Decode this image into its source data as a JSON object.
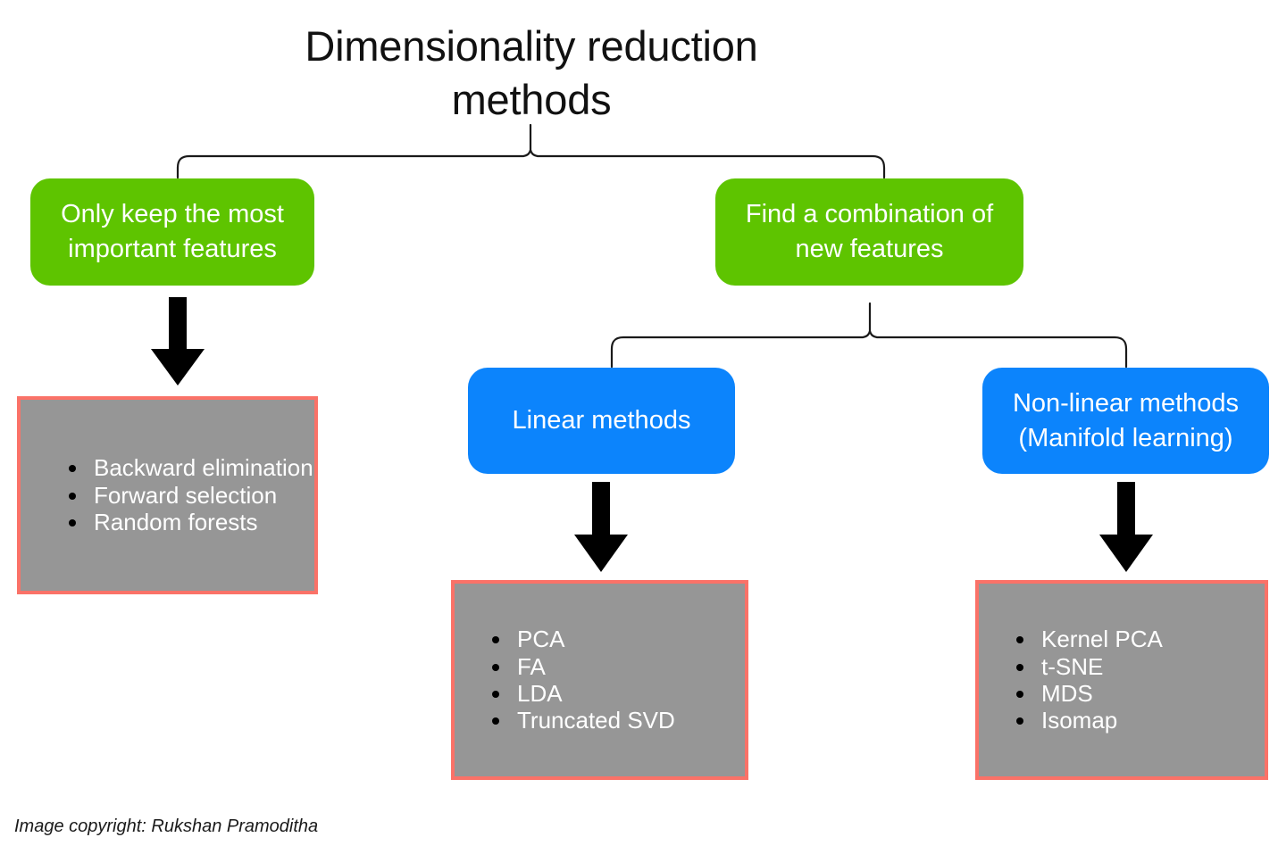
{
  "diagram": {
    "title": "Dimensionality reduction\nmethods",
    "title_line1": "Dimensionality reduction",
    "title_line2": "methods",
    "type": "tree-flowchart",
    "colors": {
      "green": "#5ec400",
      "blue": "#0c84fc",
      "gray_fill": "#969696",
      "gray_border": "#fa7268",
      "arrow": "#000000",
      "connector": "#1a1a1a",
      "box_text": "#ffffff",
      "title_text": "#111111",
      "background": "#ffffff"
    }
  },
  "nodes": {
    "green_left": {
      "label": "Only keep the most important features",
      "line1": "Only keep the most",
      "line2": "important features",
      "shape": "rounded-rect",
      "color": "#5ec400"
    },
    "green_right": {
      "label": "Find a combination of new features",
      "line1": "Find a combination of",
      "line2": "new features",
      "shape": "rounded-rect",
      "color": "#5ec400"
    },
    "blue_left": {
      "label": "Linear methods",
      "line1": "Linear methods",
      "line2": "",
      "shape": "rounded-rect",
      "color": "#0c84fc"
    },
    "blue_right": {
      "label": "Non-linear methods (Manifold learning)",
      "line1": "Non-linear methods",
      "line2": "(Manifold learning)",
      "shape": "rounded-rect",
      "color": "#0c84fc"
    }
  },
  "lists": {
    "feature_selection": {
      "items": [
        "Backward elimination",
        "Forward selection",
        "Random forests"
      ]
    },
    "linear_methods": {
      "items": [
        "PCA",
        "FA",
        "LDA",
        "Truncated SVD"
      ]
    },
    "nonlinear_methods": {
      "items": [
        "Kernel PCA",
        "t-SNE",
        "MDS",
        "Isomap"
      ]
    }
  },
  "footer": {
    "copyright": "Image copyright: Rukshan Pramoditha"
  }
}
